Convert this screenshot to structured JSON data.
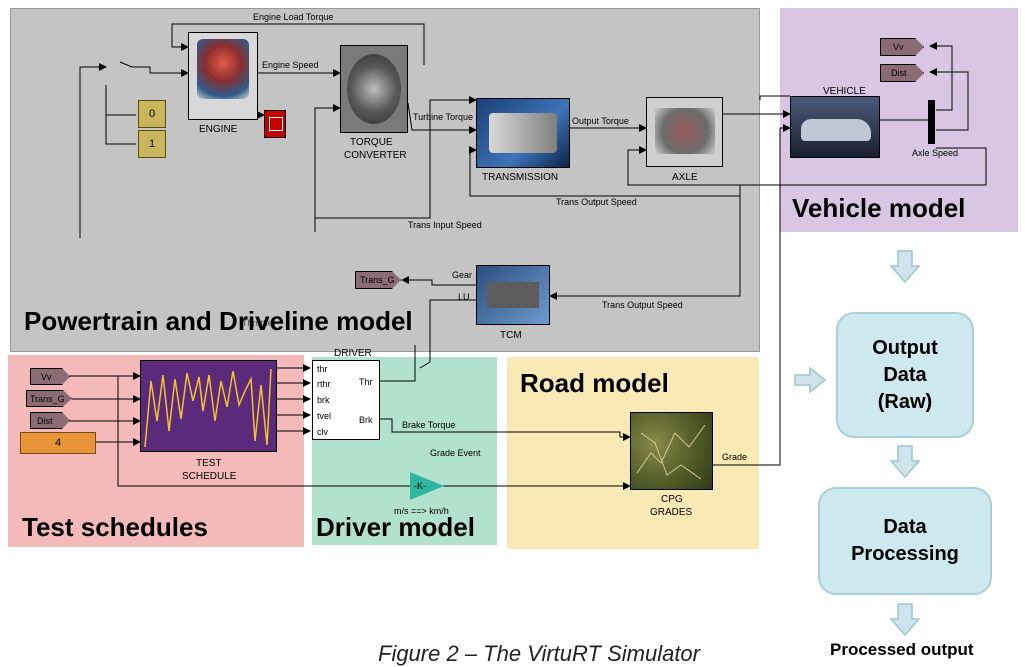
{
  "regions": {
    "powertrain": {
      "title": "Powertrain and Driveline model",
      "color": "#c4c4c4"
    },
    "vehicle": {
      "title": "Vehicle model",
      "color": "#d8c6e2"
    },
    "test": {
      "title": "Test schedules",
      "color": "#f4b9b9"
    },
    "driver": {
      "title": "Driver model",
      "color": "#b2e2cd"
    },
    "road": {
      "title": "Road model",
      "color": "#f9e9b4"
    }
  },
  "blocks": {
    "engine": "ENGINE",
    "torque_converter_1": "TORQUE",
    "torque_converter_2": "CONVERTER",
    "transmission": "TRANSMISSION",
    "axle": "AXLE",
    "vehicle": "VEHICLE",
    "tcm": "TCM",
    "driver": "DRIVER",
    "test_schedule_1": "TEST",
    "test_schedule_2": "SCHEDULE",
    "cpg_1": "CPG",
    "cpg_2": "GRADES",
    "gain": "-K-"
  },
  "constants": {
    "zero": "0",
    "one": "1",
    "four": "4"
  },
  "tags": {
    "vv_out": "Vv",
    "dist_out": "Dist",
    "trans_g_out": "Trans_G",
    "vv_in": "Vv",
    "trans_g_in": "Trans_G",
    "dist_in": "Dist"
  },
  "signals": {
    "engine_load_torque": "Engine Load Torque",
    "engine_speed": "Engine Speed",
    "turbine_torque": "Turbine Torque",
    "output_torque": "Output Torque",
    "axle_speed": "Axle Speed",
    "trans_output_speed_1": "Trans Output Speed",
    "trans_input_speed": "Trans Input Speed",
    "gear": "Gear",
    "lu": "LU",
    "trans_output_speed_2": "Trans Output Speed",
    "throttle": "Throttle",
    "brake_torque": "Brake Torque",
    "grade_event": "Grade Event",
    "grade": "Grade",
    "unit_conv": "m/s ==> km/h"
  },
  "driver_ports": {
    "in": [
      "thr",
      "rthr",
      "brk",
      "tvel",
      "clv"
    ],
    "out_thr": "Thr",
    "out_brk": "Brk"
  },
  "process": {
    "output_1": "Output",
    "output_2": "Data",
    "output_3": "(Raw)",
    "processing_1": "Data",
    "processing_2": "Processing",
    "processed_output": "Processed output"
  },
  "caption": "Figure 2 – The VirtuRT Simulator"
}
